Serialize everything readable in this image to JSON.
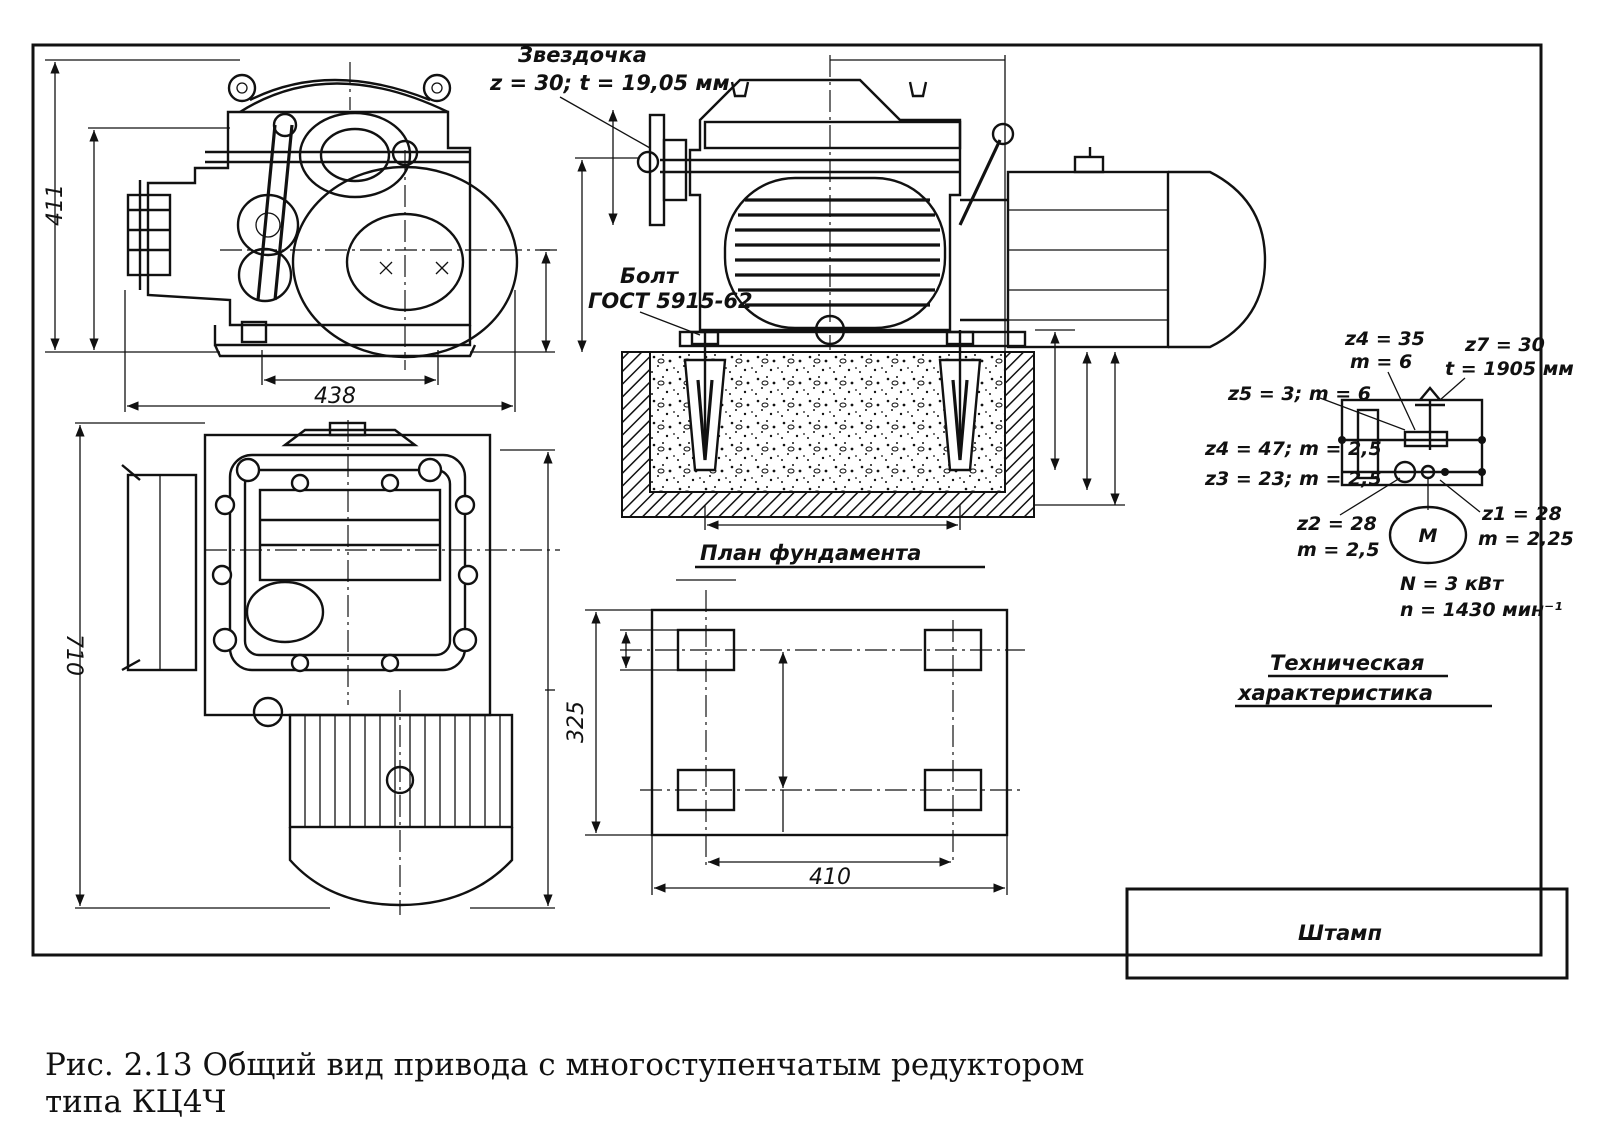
{
  "dimensions": {
    "height_left_top": "411",
    "width_left_top": "438",
    "height_left_bottom": "710",
    "height_plan": "325",
    "width_plan": "410"
  },
  "labels": {
    "sprocket_title": "Звездочка",
    "sprocket_params": "z = 30;  t = 19,05 мм",
    "bolt_title": "Болт",
    "bolt_standard": "ГОСТ 5915-62",
    "foundation_plan": "План  фундамента",
    "tech_char_line1": "Техническая",
    "tech_char_line2": "характеристика",
    "stamp": "Штамп"
  },
  "kinematic": {
    "z4_top": "z4 = 35",
    "m6_top": "m = 6",
    "z7": "z7 = 30",
    "t_chain": "t = 1905 мм",
    "z5": "z5 = 3;   m = 6",
    "z4_left": "z4 = 47; m = 2,5",
    "z3": "z3 = 23; m = 2,5",
    "z2": "z2 = 28",
    "m_z2": "m = 2,5",
    "z1": "z1 = 28",
    "m_z1": "m = 2,25",
    "motor": "M",
    "power": "N = 3 кВт",
    "speed": "n = 1430 мин⁻¹"
  },
  "caption": {
    "line1": "Рис. 2.13  Общий вид привода с многоступенчатым редуктором",
    "line2": "типа КЦ4Ч"
  }
}
